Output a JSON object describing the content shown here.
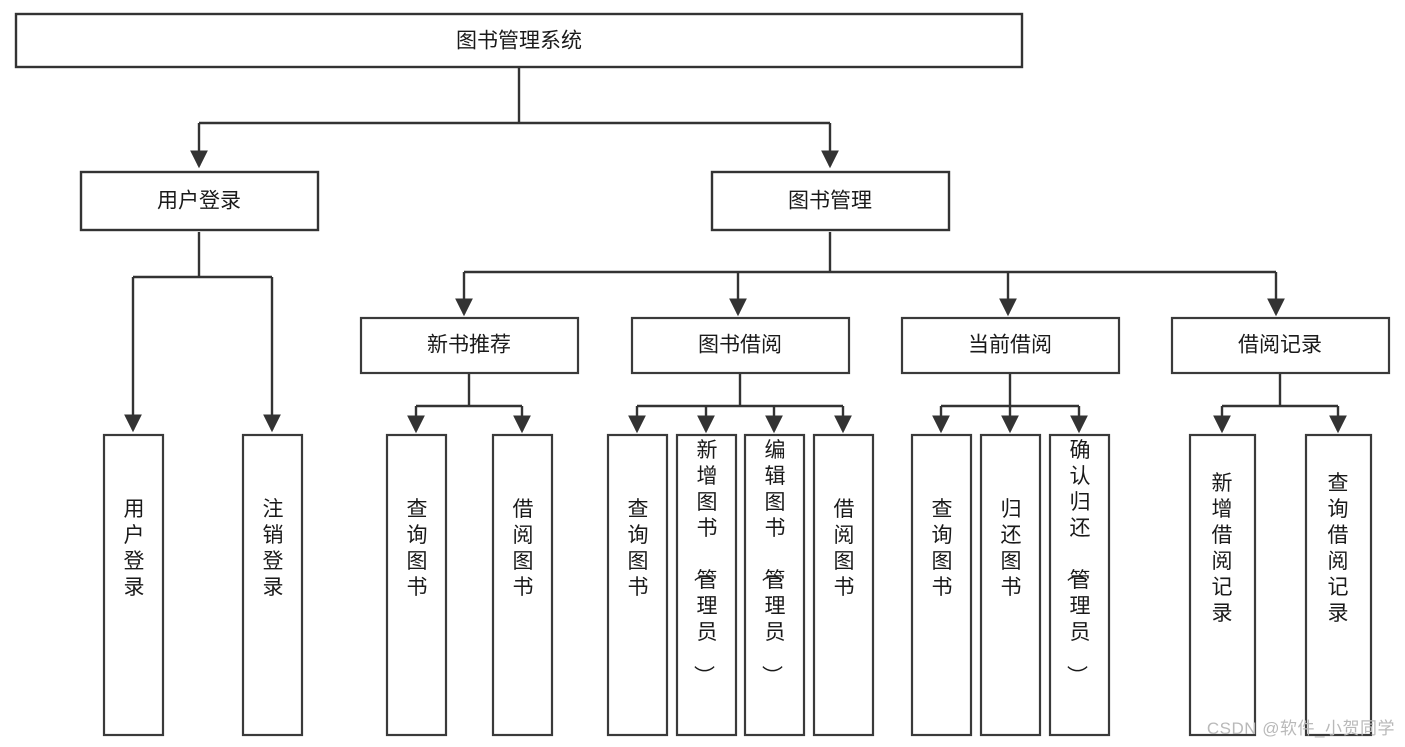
{
  "diagram": {
    "type": "tree",
    "title": "图书管理系统",
    "watermark": "CSDN @软件_小贺同学",
    "colors": {
      "background": "#ffffff",
      "box_fill": "#ffffff",
      "box_stroke": "#333333",
      "text": "#1a1a1a",
      "watermark": "#b9b9b9"
    },
    "nodes": {
      "root": {
        "label": "图书管理系统"
      },
      "level2": [
        {
          "label": "用户登录"
        },
        {
          "label": "图书管理"
        }
      ],
      "level3": [
        {
          "label": "新书推荐"
        },
        {
          "label": "图书借阅"
        },
        {
          "label": "当前借阅"
        },
        {
          "label": "借阅记录"
        }
      ],
      "leaves_user_login": [
        {
          "label": "用户登录"
        },
        {
          "label": "注销登录"
        }
      ],
      "leaves_new_book": [
        {
          "label": "查询图书"
        },
        {
          "label": "借阅图书"
        }
      ],
      "leaves_borrow": [
        {
          "label": "查询图书"
        },
        {
          "label": "新增图书（管理员）"
        },
        {
          "label": "编辑图书（管理员）"
        },
        {
          "label": "借阅图书"
        }
      ],
      "leaves_current": [
        {
          "label": "查询图书"
        },
        {
          "label": "归还图书"
        },
        {
          "label": "确认归还（管理员）"
        }
      ],
      "leaves_records": [
        {
          "label": "新增借阅记录"
        },
        {
          "label": "查询借阅记录"
        }
      ]
    }
  }
}
